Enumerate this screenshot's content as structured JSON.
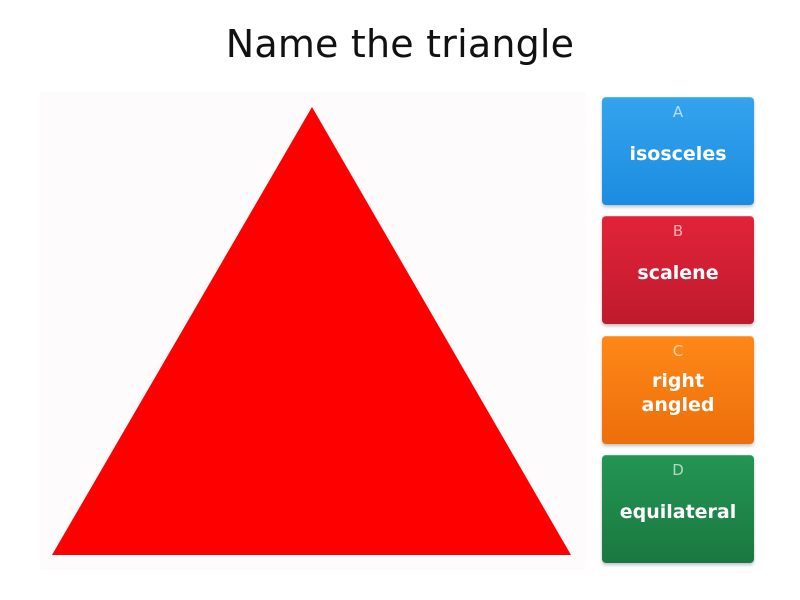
{
  "question": {
    "title": "Name the triangle",
    "image": {
      "shape": "triangle",
      "fill_color": "#ff0000",
      "background_color": "#fdfbfc"
    }
  },
  "answers": [
    {
      "letter": "A",
      "label": "isosceles",
      "color": "#2a98e8"
    },
    {
      "letter": "B",
      "label": "scalene",
      "color": "#d41f33"
    },
    {
      "letter": "C",
      "label": "right angled",
      "color": "#f77b12"
    },
    {
      "letter": "D",
      "label": "equilateral",
      "color": "#1f874a"
    }
  ]
}
